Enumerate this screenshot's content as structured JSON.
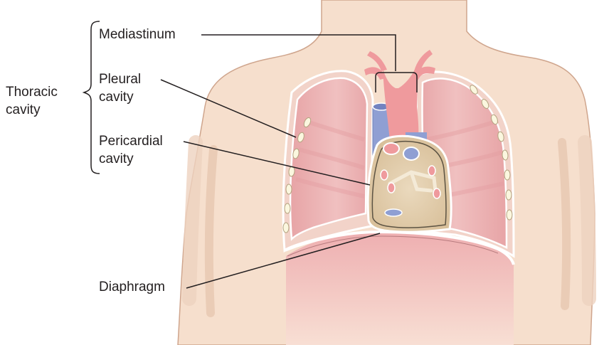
{
  "labels": {
    "thoracic": {
      "line1": "Thoracic",
      "line2": "cavity"
    },
    "mediastinum": "Mediastinum",
    "pleural": {
      "line1": "Pleural",
      "line2": "cavity"
    },
    "pericardial": {
      "line1": "Pericardial",
      "line2": "cavity"
    },
    "diaphragm": "Diaphragm"
  },
  "colors": {
    "skin": "#f6dfcd",
    "skin_outline": "#cfa58d",
    "lung": "#eab2b3",
    "lung_dark": "#d98f93",
    "pleura": "#f1cfc7",
    "rib": "#fbf7df",
    "heart_sac": "#e2cdaa",
    "artery": "#e8868b",
    "vein": "#8f9fd3",
    "leader": "#231f20"
  }
}
